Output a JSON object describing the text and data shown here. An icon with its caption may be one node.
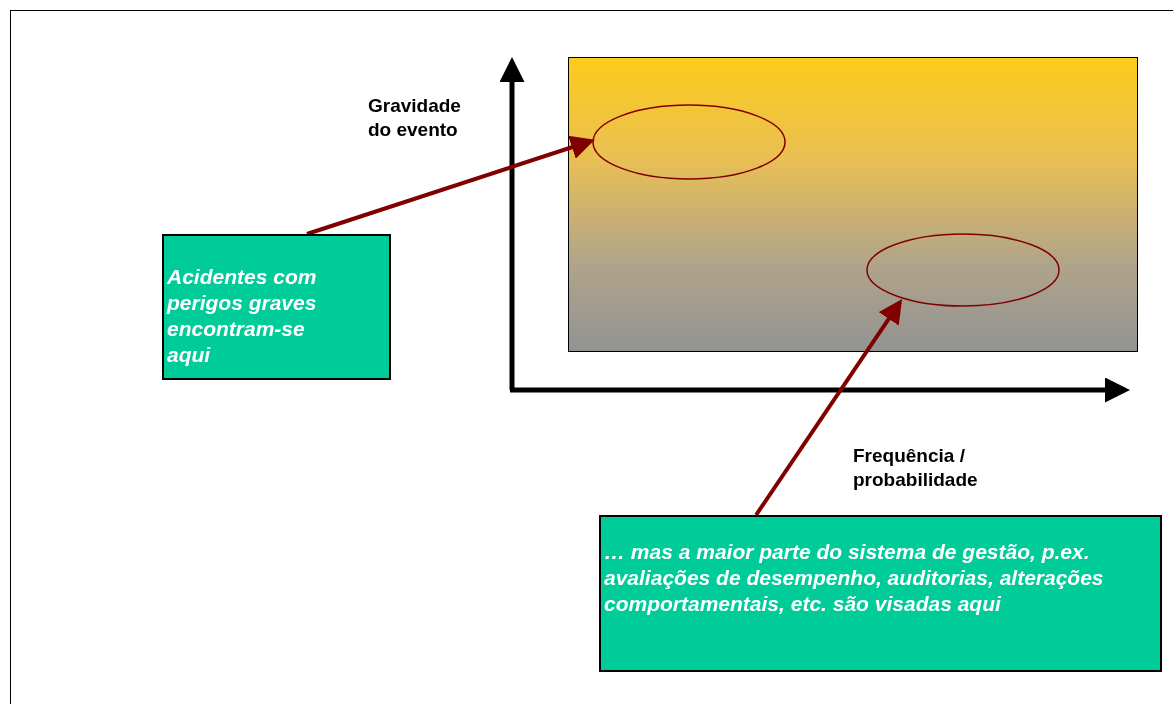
{
  "diagram": {
    "nodes": [
      {
        "text": [],
        "shape": "box"
      },
      {
        "text": [],
        "shape": "ellipse",
        "in": 0
      },
      {
        "text": [
          "Acidentes com perigos graves encontram-se aqui"
        ]
      },
      {
        "text": [],
        "shape": "ellipse",
        "in": 0
      },
      {
        "text": [
          "… mas a maior parte do sistema de gestão, p.ex. avaliações de desempenho, auditorias, alterações comportamentais, etc. são visadas aqui"
        ]
      }
    ],
    "edges": [
      {
        "from": 2,
        "to": 1,
        "arrow": "to"
      },
      {
        "from": 4,
        "to": 3,
        "arrow": "to"
      }
    ],
    "labels": [
      "Gravidade do evento",
      "Frequência / probabilidade"
    ]
  }
}
